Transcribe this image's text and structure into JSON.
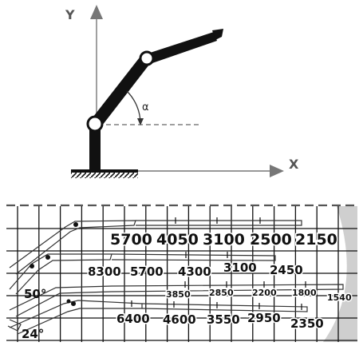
{
  "axes": {
    "x_label": "X",
    "y_label": "Y",
    "angle_label": "α"
  },
  "angles": [
    {
      "id": "angle-50",
      "label": "50°"
    },
    {
      "id": "angle-24",
      "label": "24°"
    }
  ],
  "load_values": [
    {
      "id": "r1-5700",
      "text": "5700"
    },
    {
      "id": "r1-4050",
      "text": "4050"
    },
    {
      "id": "r1-3100",
      "text": "3100"
    },
    {
      "id": "r1-2500",
      "text": "2500"
    },
    {
      "id": "r1-2150",
      "text": "2150"
    },
    {
      "id": "r2-8300",
      "text": "8300"
    },
    {
      "id": "r2-5700",
      "text": "5700"
    },
    {
      "id": "r2-4300",
      "text": "4300"
    },
    {
      "id": "r2-3100",
      "text": "3100"
    },
    {
      "id": "r2-2450",
      "text": "2450"
    },
    {
      "id": "r3-3850",
      "text": "3850"
    },
    {
      "id": "r3-2850",
      "text": "2850"
    },
    {
      "id": "r3-2200",
      "text": "2200"
    },
    {
      "id": "r3-1800",
      "text": "1800"
    },
    {
      "id": "r3-1540",
      "text": "1540"
    },
    {
      "id": "r4-6400",
      "text": "6400"
    },
    {
      "id": "r4-4600",
      "text": "4600"
    },
    {
      "id": "r4-3550",
      "text": "3550"
    },
    {
      "id": "r4-2950",
      "text": "2950"
    },
    {
      "id": "r4-2350",
      "text": "2350"
    }
  ],
  "colors": {
    "ink": "#111111",
    "dash": "#666666",
    "zone": "#cfcfcf"
  }
}
